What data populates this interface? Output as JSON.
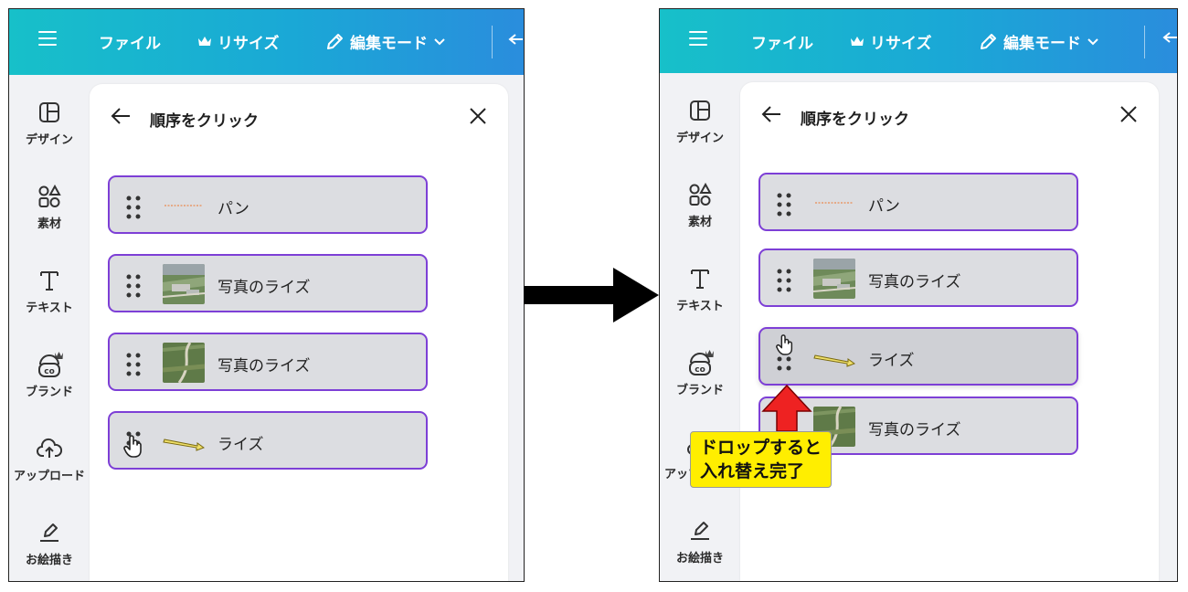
{
  "toolbar": {
    "file_label": "ファイル",
    "resize_label": "リサイズ",
    "edit_mode_label": "編集モード"
  },
  "sidebar": {
    "items": [
      {
        "label": "デザイン",
        "icon": "layout-icon"
      },
      {
        "label": "素材",
        "icon": "shapes-icon"
      },
      {
        "label": "テキスト",
        "icon": "text-icon"
      },
      {
        "label": "ブランド",
        "icon": "brand-icon"
      },
      {
        "label": "アップロード",
        "icon": "upload-icon"
      },
      {
        "label": "お絵描き",
        "icon": "draw-icon"
      }
    ]
  },
  "panel": {
    "title": "順序をクリック"
  },
  "before": {
    "layers": [
      {
        "label": "パン",
        "thumb": "dashes"
      },
      {
        "label": "写真のライズ",
        "thumb": "photo-city"
      },
      {
        "label": "写真のライズ",
        "thumb": "photo-road"
      },
      {
        "label": "ライズ",
        "thumb": "arrow-line"
      }
    ]
  },
  "after": {
    "layers": [
      {
        "label": "パン",
        "thumb": "dashes"
      },
      {
        "label": "写真のライズ",
        "thumb": "photo-city"
      },
      {
        "label": "ライズ",
        "thumb": "arrow-line"
      },
      {
        "label": "写真のライズ",
        "thumb": "photo-road"
      }
    ]
  },
  "annotation": {
    "line1": "ドロップすると",
    "line2": "入れ替え完了"
  },
  "colors": {
    "accent": "#7d3fd6",
    "topbar_start": "#17c0c9",
    "topbar_end": "#2a8ddd",
    "callout": "#ffee00",
    "red_arrow": "#ee2222"
  }
}
